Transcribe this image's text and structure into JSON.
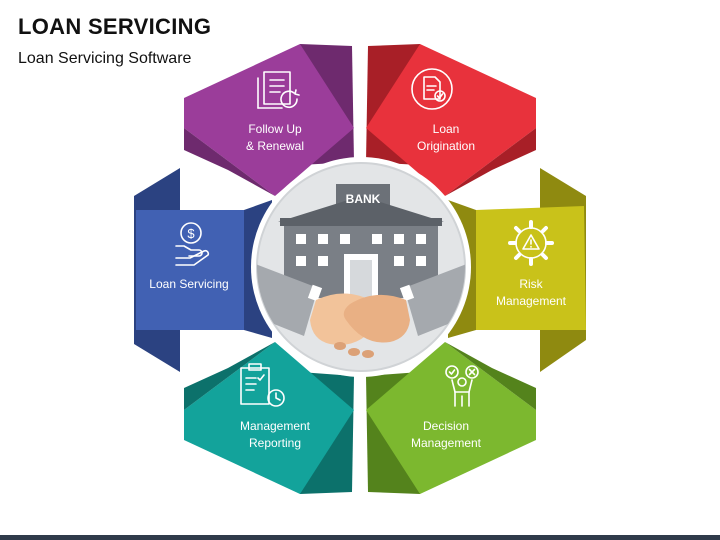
{
  "header": {
    "title": "LOAN SERVICING",
    "subtitle": "Loan Servicing Software"
  },
  "center": {
    "bank_sign": "BANK"
  },
  "segments": [
    {
      "id": "follow-up",
      "line1": "Follow Up",
      "line2": "& Renewal",
      "color": "#9b3d9a",
      "dark": "#6e2a6e",
      "icon": "document-refresh-icon"
    },
    {
      "id": "loan-origination",
      "line1": "Loan",
      "line2": "Origination",
      "color": "#e8323c",
      "dark": "#a81f27",
      "icon": "document-check-icon"
    },
    {
      "id": "risk-management",
      "line1": "Risk",
      "line2": "Management",
      "color": "#c9c21a",
      "dark": "#8f8a10",
      "icon": "gear-warning-icon"
    },
    {
      "id": "decision-management",
      "line1": "Decision",
      "line2": "Management",
      "color": "#7cb82f",
      "dark": "#54831c",
      "icon": "person-choice-icon"
    },
    {
      "id": "management-reporting",
      "line1": "Management",
      "line2": "Reporting",
      "color": "#13a39b",
      "dark": "#0c716b",
      "icon": "clipboard-clock-icon"
    },
    {
      "id": "loan-servicing",
      "line1": "Loan Servicing",
      "line2": "",
      "color": "#4161b3",
      "dark": "#2b4281",
      "icon": "hand-dollar-icon"
    }
  ]
}
